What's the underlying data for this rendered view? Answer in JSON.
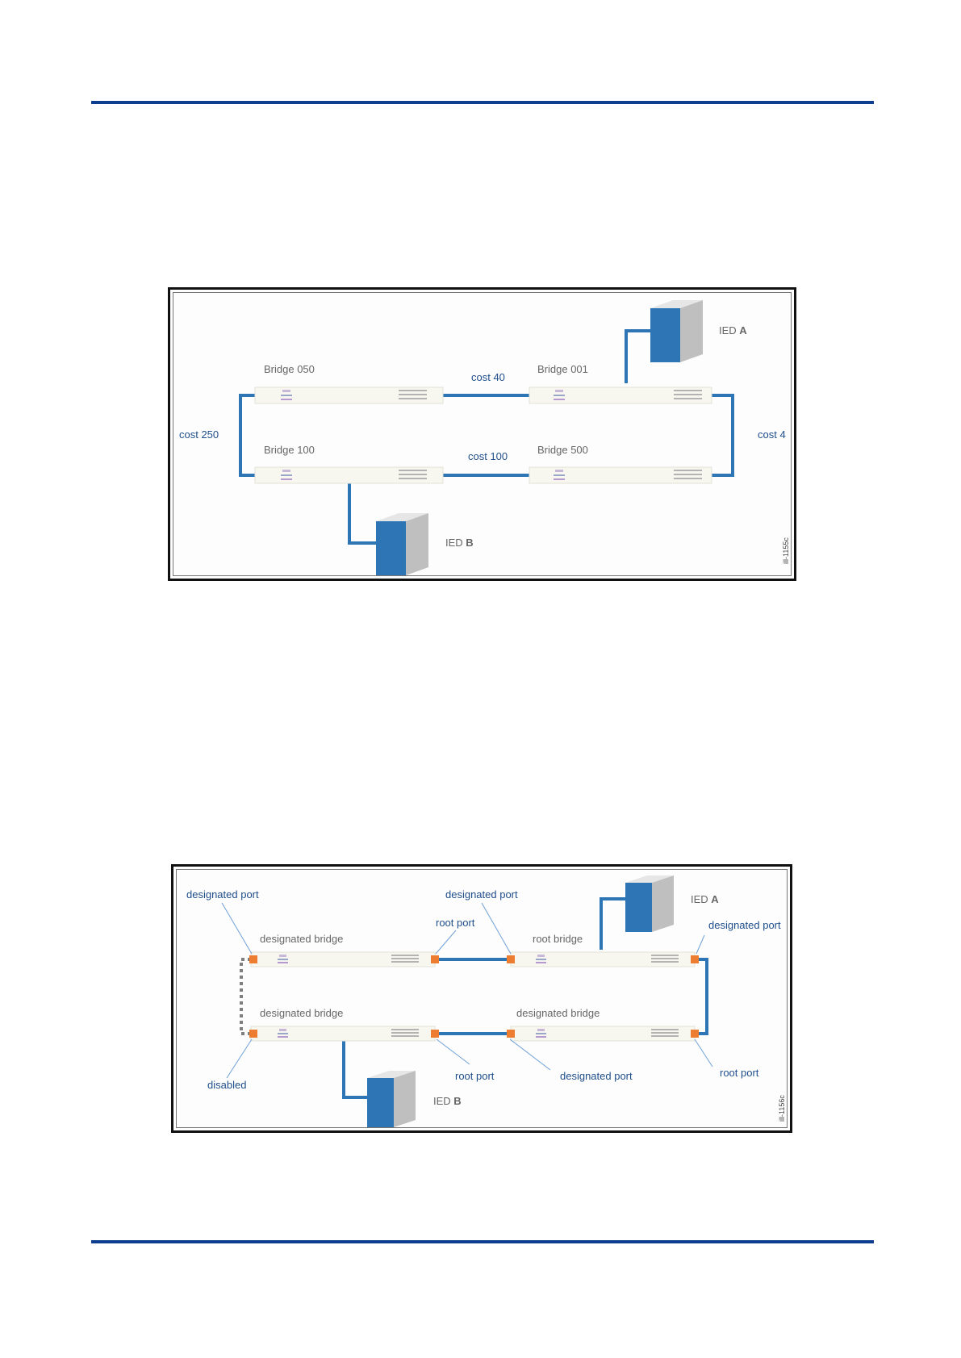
{
  "figure1": {
    "bridges": [
      "Bridge 050",
      "Bridge 001",
      "Bridge 100",
      "Bridge 500"
    ],
    "costs": [
      "cost 40",
      "cost 250",
      "cost 4",
      "cost 100"
    ],
    "ieds": [
      {
        "prefix": "IED ",
        "letter": "A"
      },
      {
        "prefix": "IED ",
        "letter": "B"
      }
    ],
    "id": "ill-1155c"
  },
  "figure2": {
    "bridge_labels": [
      "designated bridge",
      "root bridge",
      "designated bridge",
      "designated bridge"
    ],
    "port_labels": [
      "designated port",
      "designated port",
      "root port",
      "designated port",
      "disabled",
      "root port",
      "designated port",
      "root port"
    ],
    "ieds": [
      {
        "prefix": "IED ",
        "letter": "A"
      },
      {
        "prefix": "IED ",
        "letter": "B"
      }
    ],
    "id": "ill-1156c"
  },
  "colors": {
    "rule": "#0d3d8f",
    "link": "#2e75b6",
    "label_blue": "#1f4e8c",
    "port": "#ed7d31",
    "cube_front": "#2e75b6",
    "cube_side": "#bfbfbf",
    "cube_top": "#e6e6e6"
  }
}
